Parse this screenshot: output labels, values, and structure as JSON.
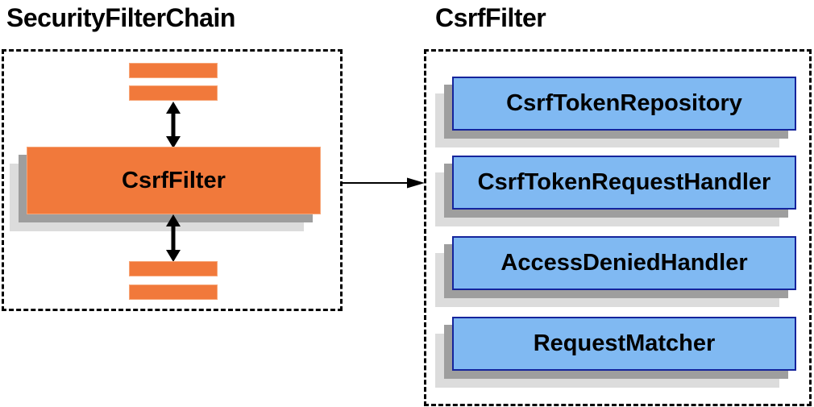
{
  "diagram": {
    "left_panel": {
      "title": "SecurityFilterChain",
      "filter_box_label": "CsrfFilter",
      "other_filter_bars": 4
    },
    "right_panel": {
      "title": "CsrfFilter",
      "components": [
        "CsrfTokenRepository",
        "CsrfTokenRequestHandler",
        "AccessDeniedHandler",
        "RequestMatcher"
      ]
    },
    "icons": {
      "bidirectional_arrow": "↕",
      "connector_arrow": "→"
    },
    "colors": {
      "orange_fill": "#f1793b",
      "orange_border": "#f7a678",
      "blue_fill": "#80b9f2",
      "blue_border": "#15249c",
      "shadow_dark": "#9e9e9e",
      "shadow_light": "#dcdcdc",
      "dashed_border": "#000000",
      "arrow": "#000000",
      "text": "#000000"
    }
  }
}
